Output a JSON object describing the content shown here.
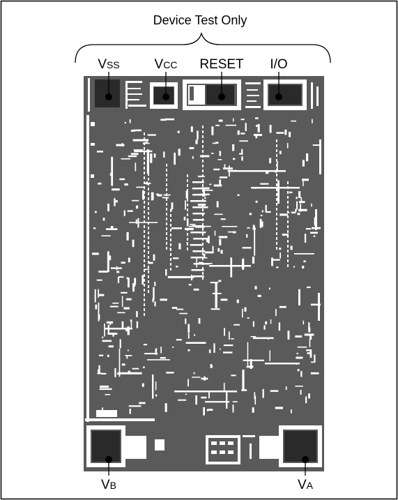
{
  "title": "Device Test Only",
  "pads": {
    "vss": {
      "main": "V",
      "sub": "SS"
    },
    "vcc": {
      "main": "V",
      "sub": "CC"
    },
    "reset": {
      "main": "RESET"
    },
    "io": {
      "main": "I/O"
    },
    "vb": {
      "main": "V",
      "sub": "B"
    },
    "va": {
      "main": "V",
      "sub": "A"
    }
  },
  "colors": {
    "die": "#5a5a5a",
    "pad": "#2a2a2a",
    "trace": "#ffffff",
    "border": "#000000"
  }
}
